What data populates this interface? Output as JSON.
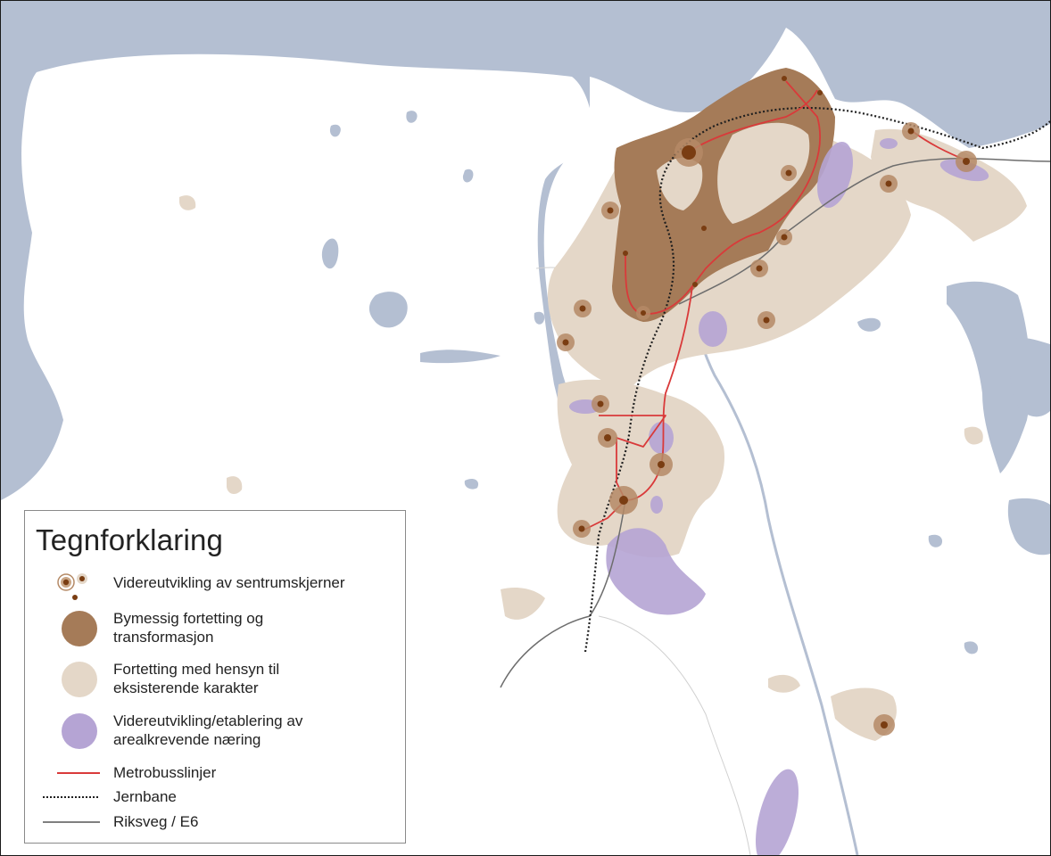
{
  "colors": {
    "sea": "#b4bfd2",
    "land": "#ffffff",
    "lake": "#b4bfd2",
    "density_light": "#e4d7c8",
    "density_dark": "#a57b58",
    "industry": "#b5a4d4",
    "center_dot": "#7a3d12",
    "center_halo": "#b58a66",
    "metrobus": "#d93a3a",
    "rail": "#1f1f1f",
    "road": "#6d6d6d",
    "boundary": "#d0d0d0"
  },
  "legend": {
    "title": "Tegnforklaring",
    "items": [
      {
        "key": "sentrum",
        "label": "Videreutvikling av sentrumskjerner",
        "symbol": "center-dots-icon"
      },
      {
        "key": "bymessig",
        "label": "Bymessig fortetting og transformasjon",
        "symbol": "dark-blob-icon"
      },
      {
        "key": "fortetting",
        "label": "Fortetting med hensyn til eksisterende karakter",
        "symbol": "light-blob-icon"
      },
      {
        "key": "naering",
        "label": "Videreutvikling/etablering av arealkrevende næring",
        "symbol": "purple-blob-icon"
      },
      {
        "key": "metrobuss",
        "label": "Metrobusslinjer",
        "symbol": "red-line-icon"
      },
      {
        "key": "jernbane",
        "label": "Jernbane",
        "symbol": "dotted-line-icon"
      },
      {
        "key": "riksveg",
        "label": "Riksveg / E6",
        "symbol": "grey-line-icon"
      }
    ]
  }
}
